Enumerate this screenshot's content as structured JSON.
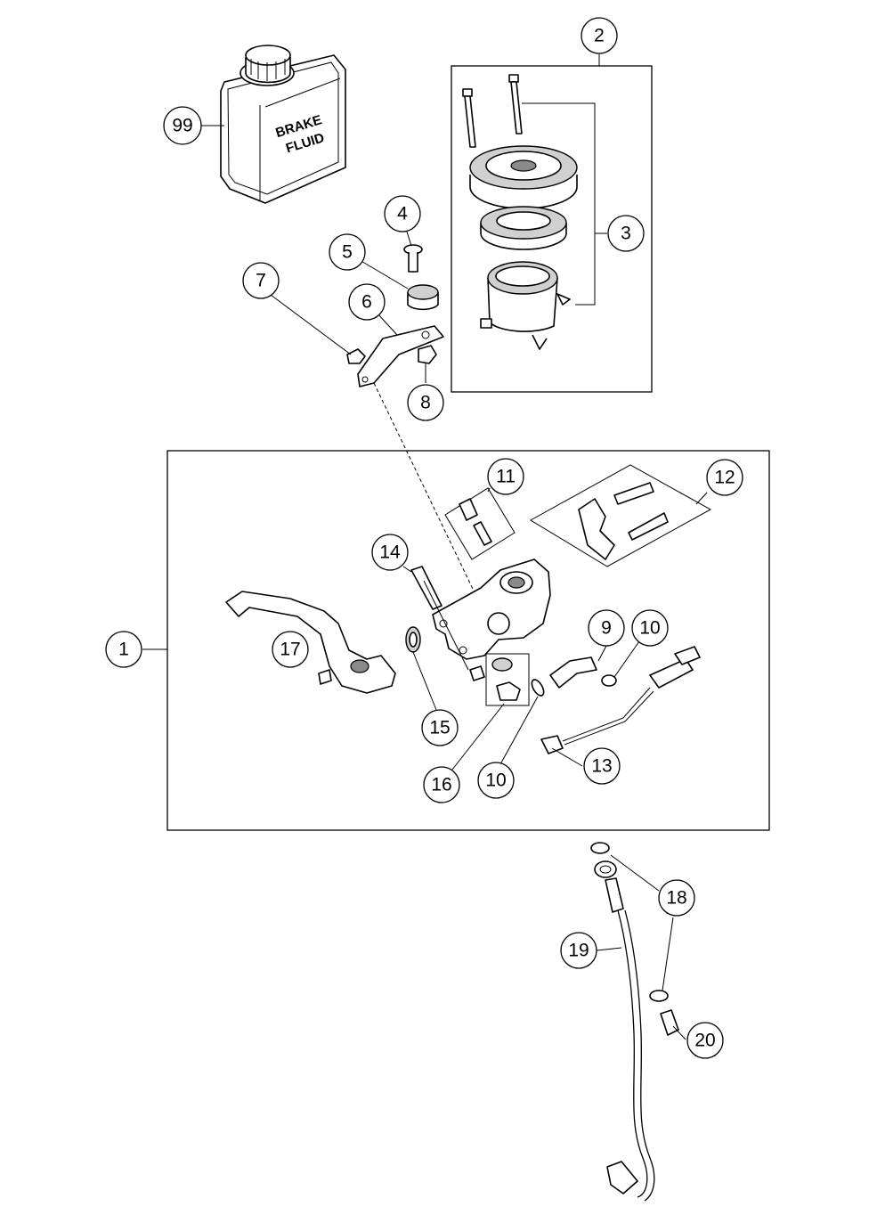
{
  "callouts": [
    {
      "id": "c2",
      "label": "2"
    },
    {
      "id": "c3",
      "label": "3"
    },
    {
      "id": "c99",
      "label": "99"
    },
    {
      "id": "c4",
      "label": "4"
    },
    {
      "id": "c5",
      "label": "5"
    },
    {
      "id": "c7",
      "label": "7"
    },
    {
      "id": "c6",
      "label": "6"
    },
    {
      "id": "c8",
      "label": "8"
    },
    {
      "id": "c11",
      "label": "11"
    },
    {
      "id": "c12",
      "label": "12"
    },
    {
      "id": "c14",
      "label": "14"
    },
    {
      "id": "c1",
      "label": "1"
    },
    {
      "id": "c17",
      "label": "17"
    },
    {
      "id": "c9",
      "label": "9"
    },
    {
      "id": "c10a",
      "label": "10"
    },
    {
      "id": "c15",
      "label": "15"
    },
    {
      "id": "c13",
      "label": "13"
    },
    {
      "id": "c16",
      "label": "16"
    },
    {
      "id": "c10b",
      "label": "10"
    },
    {
      "id": "c18",
      "label": "18"
    },
    {
      "id": "c19",
      "label": "19"
    },
    {
      "id": "c20",
      "label": "20"
    }
  ],
  "brake_fluid_label": [
    "BRAKE",
    "FLUID"
  ]
}
